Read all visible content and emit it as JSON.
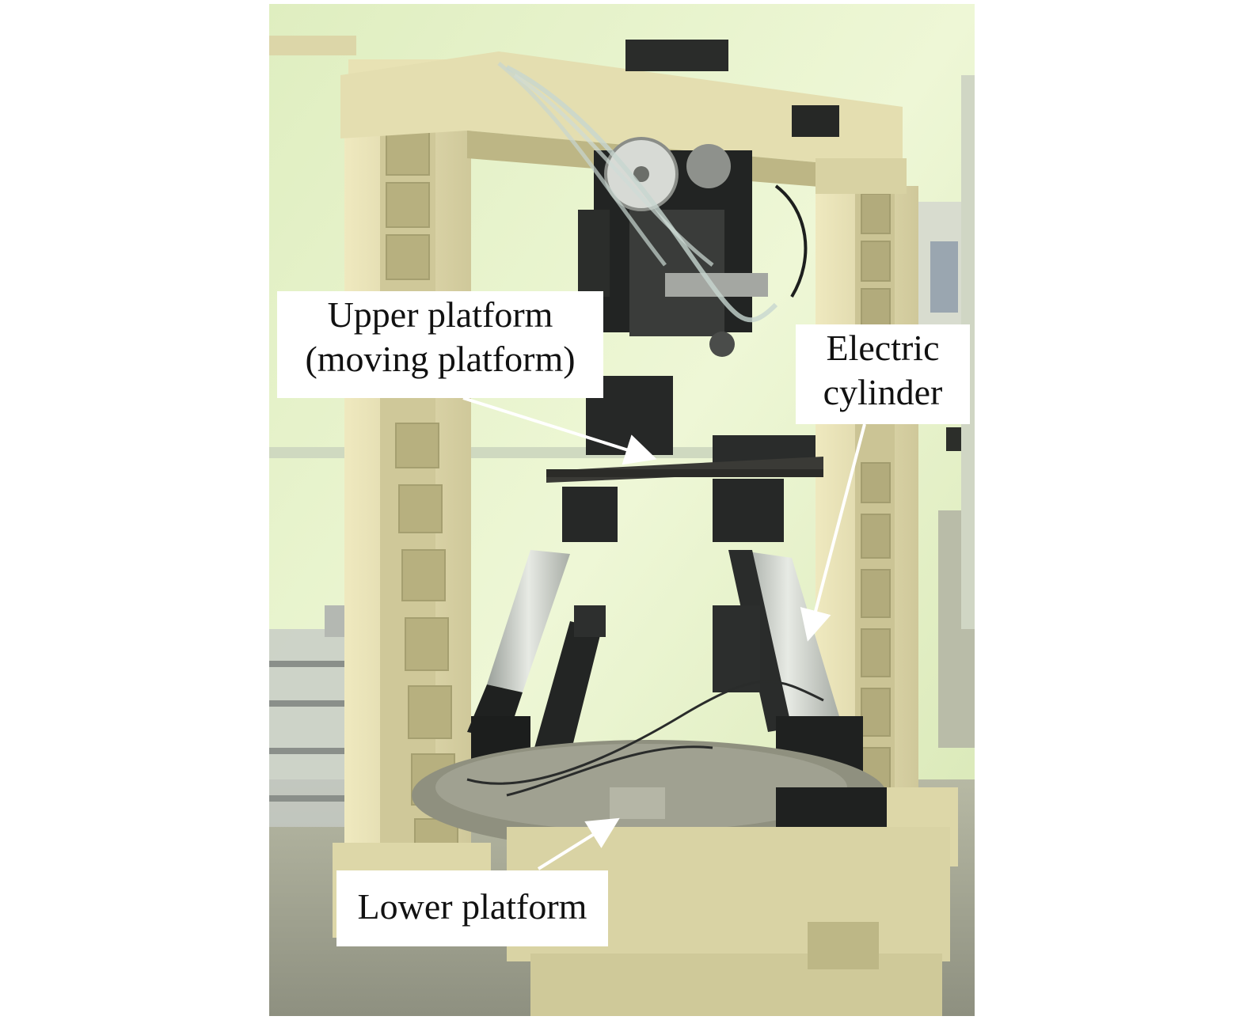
{
  "callouts": {
    "upper_platform": {
      "line1": "Upper platform",
      "line2": "(moving platform)"
    },
    "electric_cylinder": {
      "line1": "Electric",
      "line2": "cylinder"
    },
    "lower_platform": {
      "line1": "Lower platform"
    }
  },
  "colors": {
    "wall": "#e6f2c8",
    "frame": "#e2dcae",
    "frame_shadow": "#b8b183",
    "machine_dark": "#202222",
    "cylinder_silver": "#c9cdc8",
    "floor": "#a9ab97",
    "label_bg": "#ffffff",
    "arrow": "#ffffff"
  }
}
